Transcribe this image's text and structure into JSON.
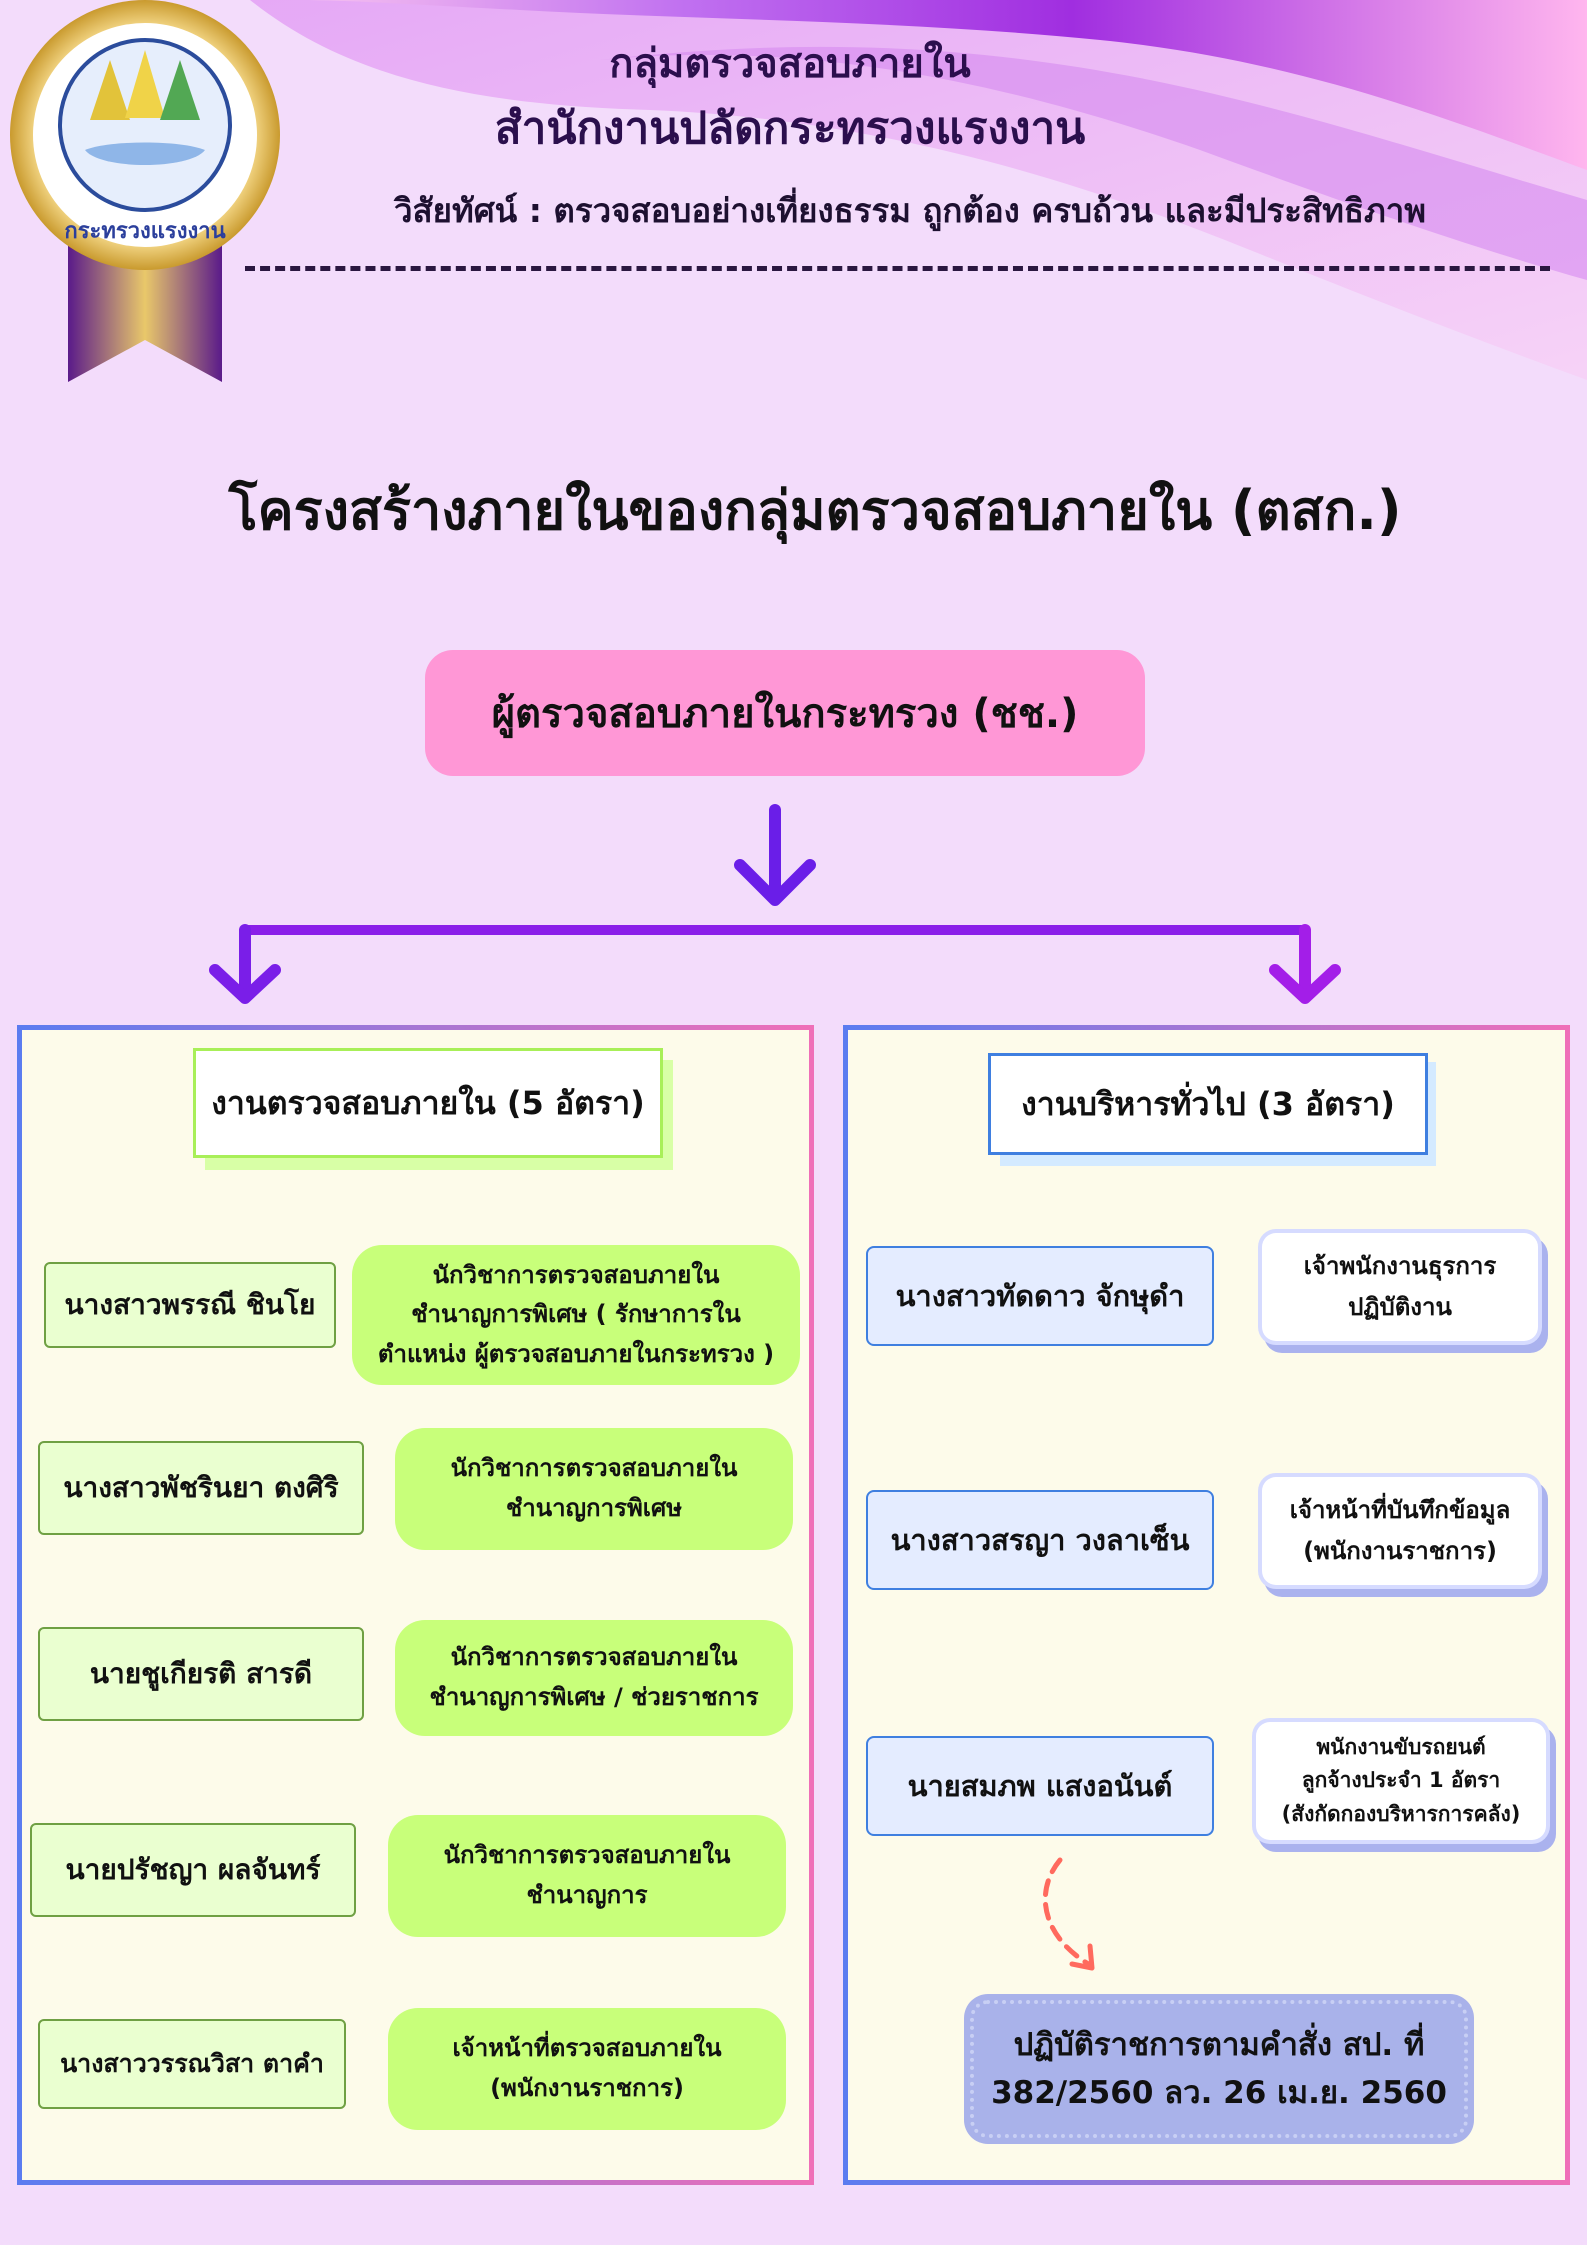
{
  "header": {
    "org_line1": "กลุ่มตรวจสอบภายใน",
    "org_line2": "สำนักงานปลัดกระทรวงแรงงาน",
    "vision": "วิสัยทัศน์ : ตรวจสอบอย่างเที่ยงธรรม ถูกต้อง ครบถ้วน และมีประสิทธิภาพ",
    "seal_text": "กระทรวงแรงงาน"
  },
  "title": "โครงสร้างภายในของกลุ่มตรวจสอบภายใน (ตสก.)",
  "top_box": "ผู้ตรวจสอบภายในกระทรวง (ชช.)",
  "left_section": {
    "heading": "งานตรวจสอบภายใน (5 อัตรา)",
    "rows": [
      {
        "name": "นางสาวพรรณี ชินโย",
        "role_lines": [
          "นักวิชาการตรวจสอบภายใน",
          "ชำนาญการพิเศษ ( รักษาการใน",
          "ตำแหน่ง ผู้ตรวจสอบภายในกระทรวง )"
        ]
      },
      {
        "name": "นางสาวพัชรินยา ตงศิริ",
        "role_lines": [
          "นักวิชาการตรวจสอบภายใน",
          "ชำนาญการพิเศษ"
        ]
      },
      {
        "name": "นายชูเกียรติ สารดี",
        "role_lines": [
          "นักวิชาการตรวจสอบภายใน",
          "ชำนาญการพิเศษ / ช่วยราชการ"
        ]
      },
      {
        "name": "นายปรัชญา ผลจันทร์",
        "role_lines": [
          "นักวิชาการตรวจสอบภายใน",
          "ชำนาญการ"
        ]
      },
      {
        "name": "นางสาววรรณวิสา ตาคำ",
        "role_lines": [
          "เจ้าหน้าที่ตรวจสอบภายใน",
          "(พนักงานราชการ)"
        ]
      }
    ]
  },
  "right_section": {
    "heading": "งานบริหารทั่วไป (3 อัตรา)",
    "rows": [
      {
        "name": "นางสาวทัดดาว จักษุดำ",
        "role_lines": [
          "เจ้าพนักงานธุรการ",
          "ปฏิบัติงาน"
        ]
      },
      {
        "name": "นางสาวสรญา วงลาเซ็น",
        "role_lines": [
          "เจ้าหน้าที่บันทึกข้อมูล",
          "(พนักงานราชการ)"
        ]
      },
      {
        "name": "นายสมภพ แสงอนันต์",
        "role_lines": [
          "พนักงานขับรถยนต์",
          "ลูกจ้างประจำ 1 อัตรา",
          "(สังกัดกองบริหารการคลัง)"
        ]
      }
    ],
    "note_lines": [
      "ปฏิบัติราชการตามคำสั่ง สป. ที่",
      "382/2560 ลว. 26 เม.ย. 2560"
    ]
  },
  "colors": {
    "background": "#f3dcfb",
    "top_box": "#ff97d6",
    "arrow": "#6a1ee8",
    "green_role": "#c8ff7a",
    "note": "#a9b2ea"
  }
}
